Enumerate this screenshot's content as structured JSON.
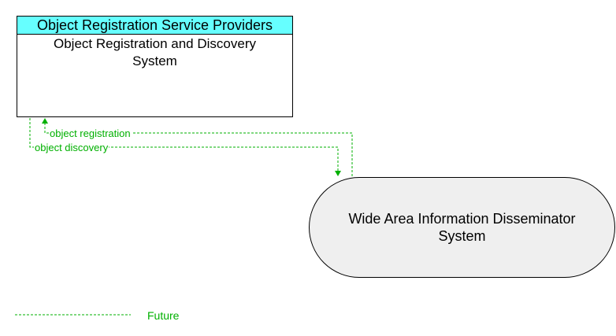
{
  "colors": {
    "header_fill": "#66ffff",
    "round_fill": "#efefef",
    "future_flow": "#00b000"
  },
  "nodes": {
    "service_provider": {
      "header": "Object Registration Service Providers",
      "body": "Object Registration and Discovery\nSystem"
    },
    "disseminator": {
      "label": "Wide Area Information Disseminator\nSystem"
    }
  },
  "flows": {
    "registration": "object registration",
    "discovery": "object discovery"
  },
  "legend": {
    "future": "Future"
  }
}
